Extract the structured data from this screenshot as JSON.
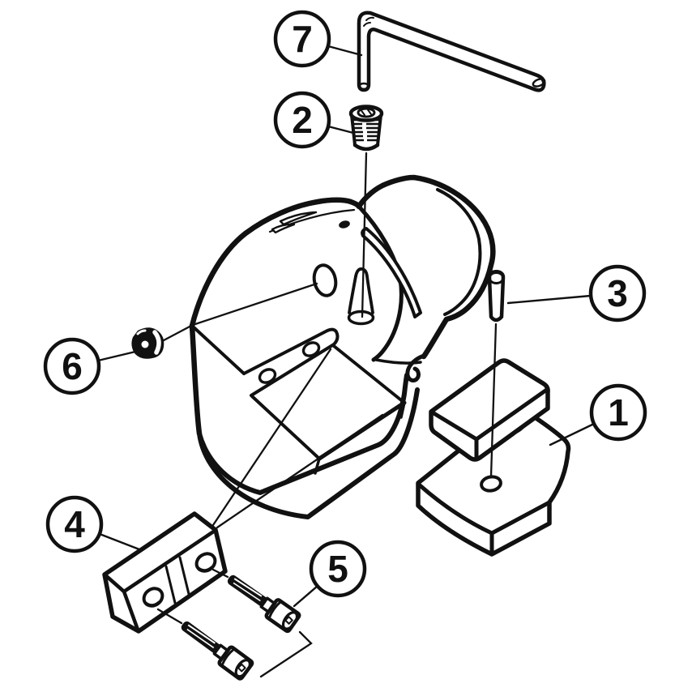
{
  "diagram": {
    "type": "exploded-assembly-line-drawing",
    "background_color": "#ffffff",
    "line_color": "#111111",
    "callouts": [
      {
        "number": "1",
        "part": "clamp-wedge-blocks"
      },
      {
        "number": "2",
        "part": "threaded-set-screw"
      },
      {
        "number": "3",
        "part": "cylindrical-pin"
      },
      {
        "number": "4",
        "part": "clamp-bar"
      },
      {
        "number": "5",
        "part": "socket-head-cap-screws"
      },
      {
        "number": "6",
        "part": "lock-nut"
      },
      {
        "number": "7",
        "part": "hex-l-key"
      }
    ]
  }
}
